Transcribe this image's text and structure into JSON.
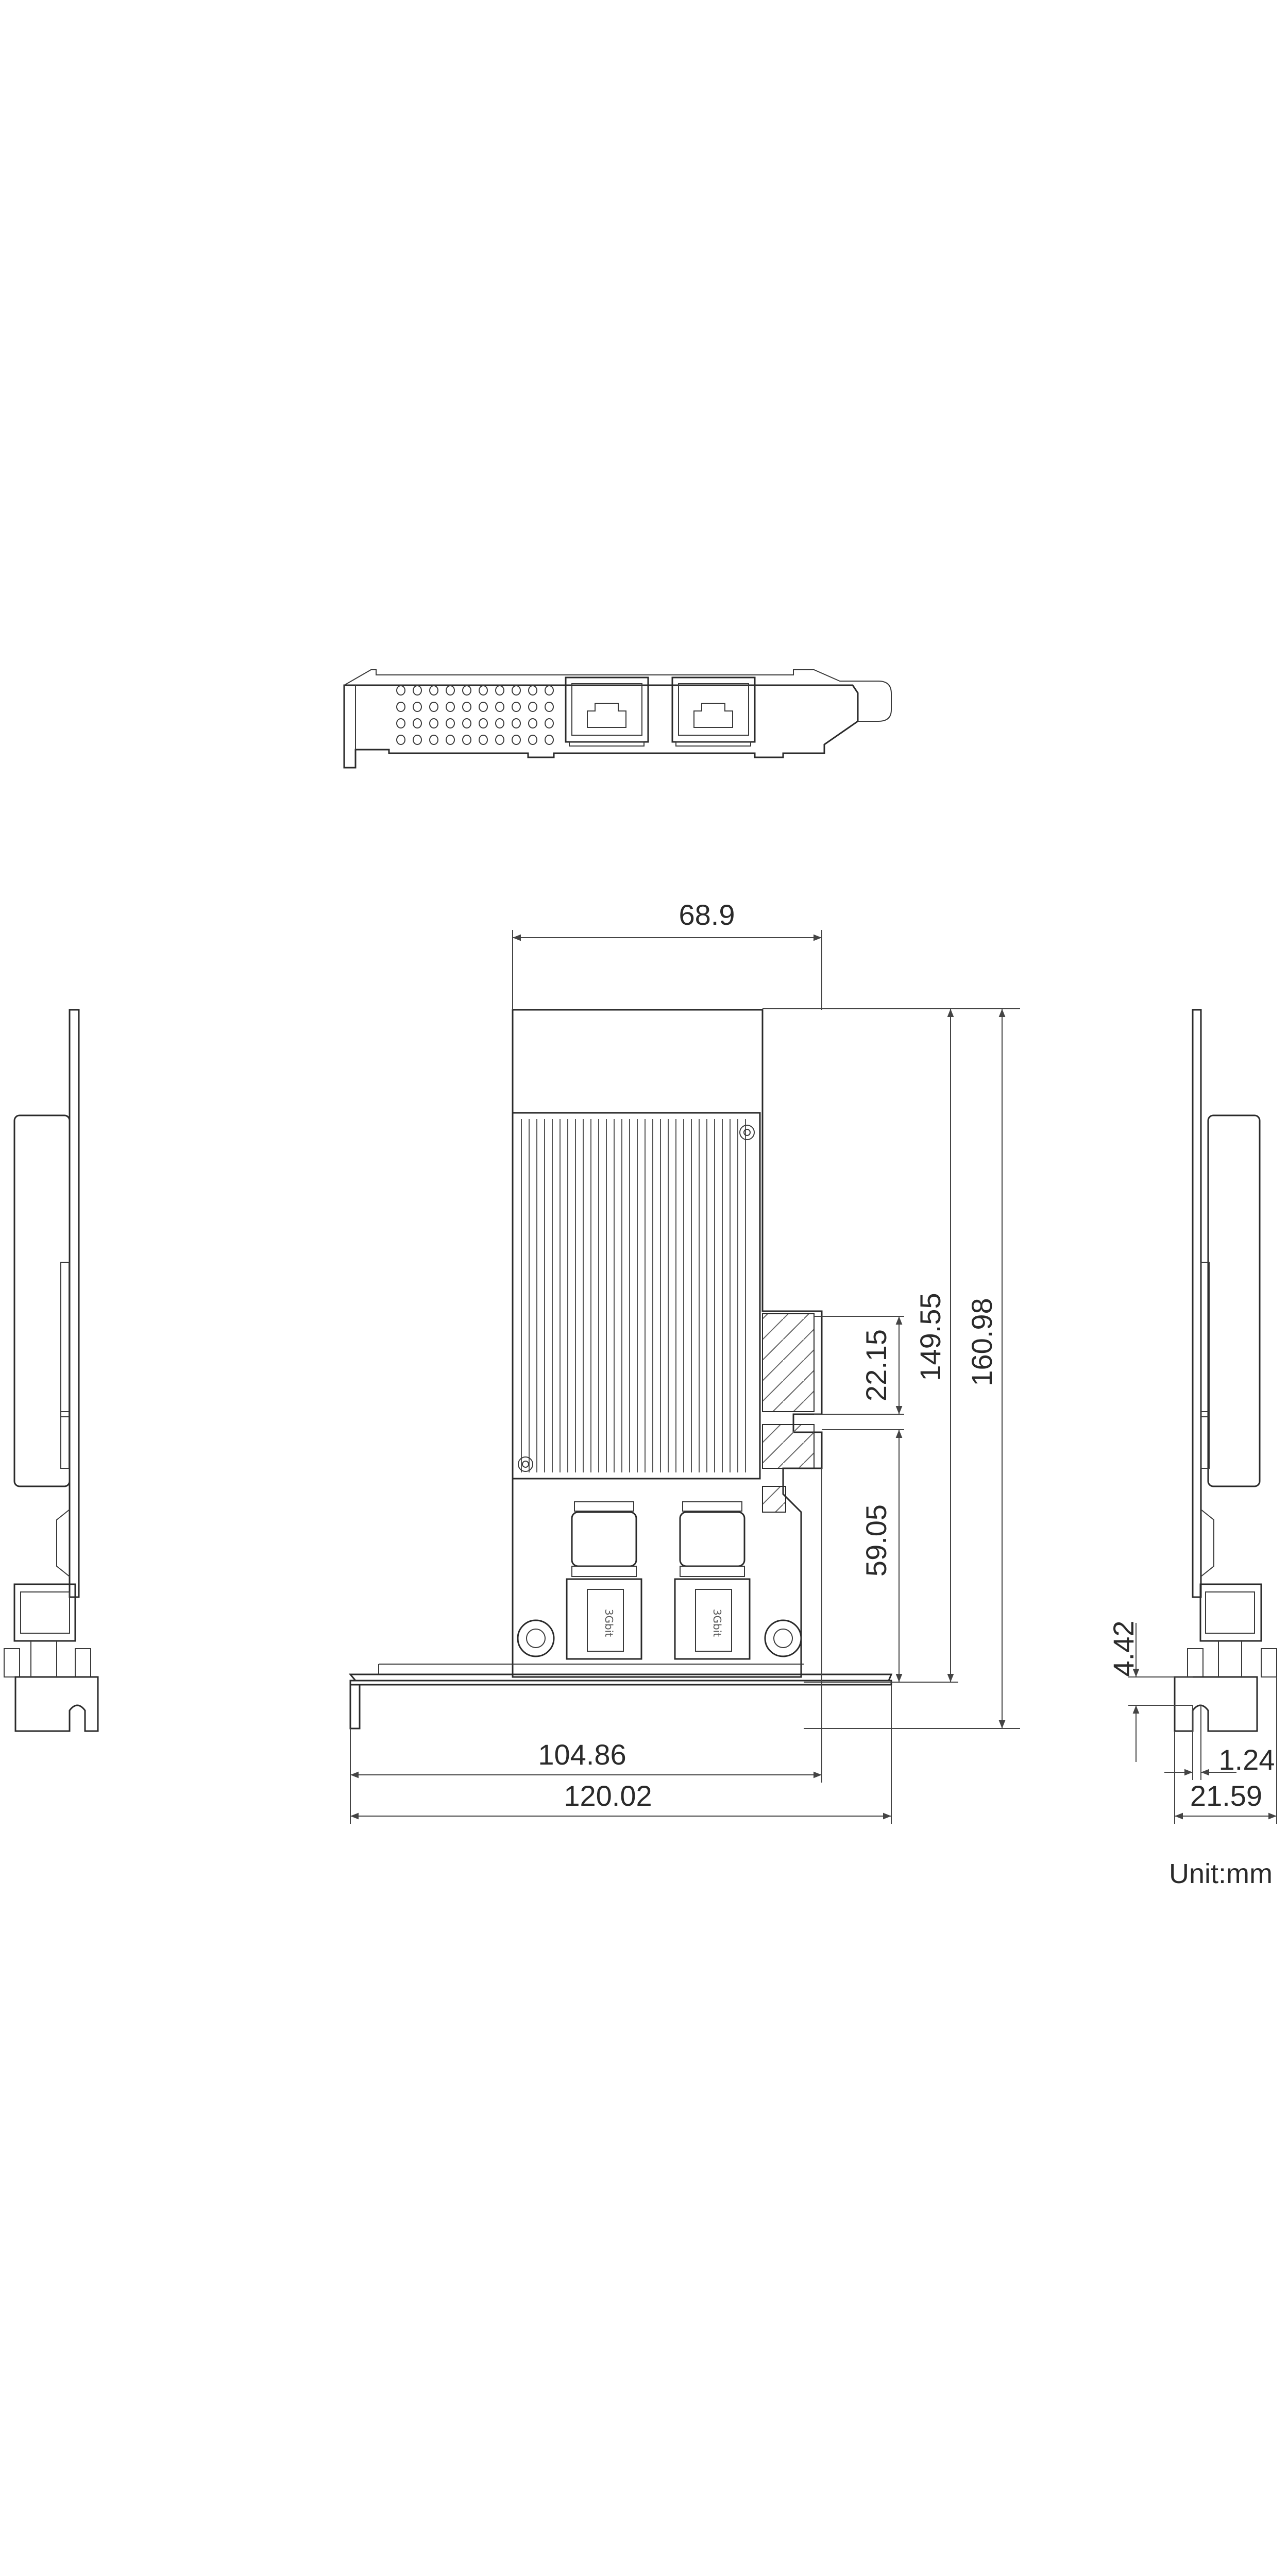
{
  "drawing": {
    "unit_label": "Unit:mm",
    "dimensions": {
      "heatsink_width": "68.9",
      "connector_gap": "22.15",
      "bracket_to_gap": "59.05",
      "card_height_a": "149.55",
      "card_height_b": "160.98",
      "pcb_length": "104.86",
      "bracket_length": "120.02",
      "side_offset": "4.42",
      "side_thickness": "1.24",
      "side_width": "21.59"
    },
    "port_marking": "3Gbit"
  }
}
